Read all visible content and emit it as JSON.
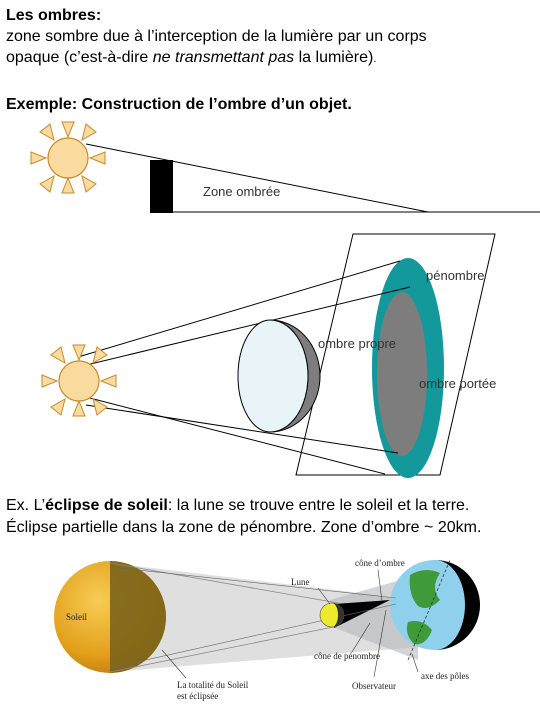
{
  "heading": "Les ombres:",
  "definition": {
    "line1": "zone sombre due à l’interception de la lumière par un corps",
    "line2_a": "opaque (c’est-à-dire ",
    "line2_b": "ne transmettant pas",
    "line2_c": " la lumière)",
    "line2_d": "."
  },
  "example_title": "Exemple: Construction de l’ombre d’un objet.",
  "fig1": {
    "zone_label": "Zone ombrée"
  },
  "fig2": {
    "penombre": "pénombre",
    "ombre_propre": "ombre propre",
    "ombre_portee": "ombre portée"
  },
  "eclipse": {
    "line1_a": "Ex. L’",
    "line1_b": "éclipse de soleil",
    "line1_c": ": la lune se trouve entre le soleil et la terre.",
    "line2": "Éclipse partielle dans la zone de pénombre. Zone d’ombre ~ 20km."
  },
  "fig3": {
    "soleil": "Soleil",
    "lune": "Lune",
    "cone_ombre": "cône d’ombre",
    "cone_penombre": "cône de pénombre",
    "observateur": "Observateur",
    "axe_poles": "axe des pôles",
    "totalite_1": "La totalité du Soleil",
    "totalite_2": "est éclipsée"
  },
  "colors": {
    "sun_fill": "#f9dba0",
    "sun_stroke": "#c58a2a",
    "penumbra": "#13989b",
    "umbra": "#7d7d7d",
    "moon_light": "#e9f4f8",
    "sun_photo": "#e4a11a",
    "sun_dark": "#7a6419",
    "earth_blue": "#8fd0ec",
    "earth_green": "#3f9a3a"
  }
}
